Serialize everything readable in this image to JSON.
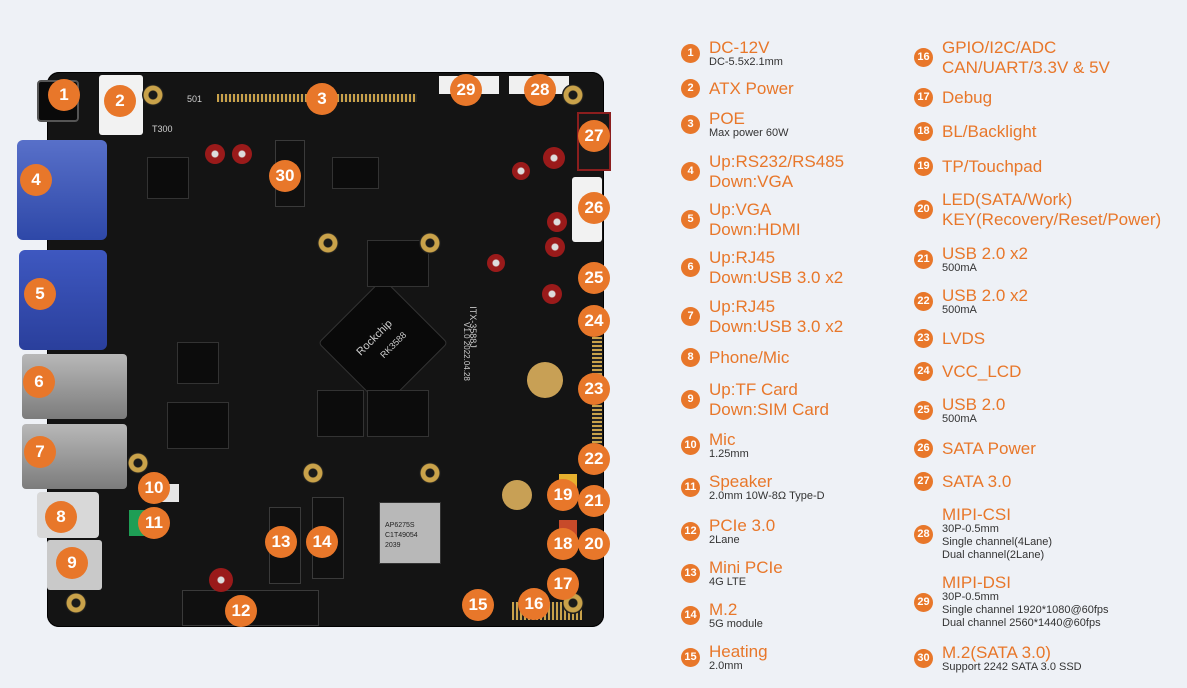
{
  "board": {
    "markers": [
      "1",
      "2",
      "3",
      "4",
      "5",
      "6",
      "7",
      "8",
      "9",
      "10",
      "11",
      "12",
      "13",
      "14",
      "15",
      "16",
      "17",
      "18",
      "19",
      "20",
      "21",
      "22",
      "23",
      "24",
      "25",
      "26",
      "27",
      "28",
      "29",
      "30"
    ],
    "chip_text": {
      "soc_brand": "Rockchip",
      "soc_model": "RK3588",
      "board_id": "ITX-3588J",
      "board_ver": "V1.0 2022.04.28",
      "module_a": "AP6275S",
      "module_b": "C1T49054",
      "module_c": "2039",
      "res_label": "501",
      "res_label2": "T300"
    }
  },
  "legend": {
    "left": [
      {
        "num": "1",
        "title": "DC-12V",
        "sub": "DC-5.5x2.1mm"
      },
      {
        "num": "2",
        "title": "ATX Power"
      },
      {
        "num": "3",
        "title": "POE",
        "sub": "Max power 60W"
      },
      {
        "num": "4",
        "title": "Up:RS232/RS485",
        "title2": "Down:VGA"
      },
      {
        "num": "5",
        "title": "Up:VGA",
        "title2": "Down:HDMI"
      },
      {
        "num": "6",
        "title": "Up:RJ45",
        "title2": "Down:USB 3.0 x2"
      },
      {
        "num": "7",
        "title": "Up:RJ45",
        "title2": "Down:USB 3.0 x2"
      },
      {
        "num": "8",
        "title": "Phone/Mic"
      },
      {
        "num": "9",
        "title": "Up:TF Card",
        "title2": "Down:SIM Card"
      },
      {
        "num": "10",
        "title": "Mic",
        "sub": "1.25mm"
      },
      {
        "num": "11",
        "title": "Speaker",
        "sub": "2.0mm 10W-8Ω Type-D"
      },
      {
        "num": "12",
        "title": "PCIe 3.0",
        "sub": "2Lane"
      },
      {
        "num": "13",
        "title": "Mini PCIe",
        "sub": "4G LTE"
      },
      {
        "num": "14",
        "title": "M.2",
        "sub": "5G module"
      },
      {
        "num": "15",
        "title": "Heating",
        "sub": "2.0mm"
      }
    ],
    "right": [
      {
        "num": "16",
        "title": "GPIO/I2C/ADC",
        "title2": "CAN/UART/3.3V & 5V"
      },
      {
        "num": "17",
        "title": "Debug"
      },
      {
        "num": "18",
        "title": "BL/Backlight"
      },
      {
        "num": "19",
        "title": "TP/Touchpad"
      },
      {
        "num": "20",
        "title": "LED(SATA/Work)",
        "title2": "KEY(Recovery/Reset/Power)"
      },
      {
        "num": "21",
        "title": "USB 2.0 x2",
        "sub": "500mA"
      },
      {
        "num": "22",
        "title": "USB 2.0 x2",
        "sub": "500mA"
      },
      {
        "num": "23",
        "title": "LVDS"
      },
      {
        "num": "24",
        "title": "VCC_LCD"
      },
      {
        "num": "25",
        "title": "USB 2.0",
        "sub": "500mA"
      },
      {
        "num": "26",
        "title": "SATA Power"
      },
      {
        "num": "27",
        "title": "SATA 3.0"
      },
      {
        "num": "28",
        "title": "MIPI-CSI",
        "sub": "30P-0.5mm",
        "sub2": "Single channel(4Lane)",
        "sub3": "Dual channel(2Lane)"
      },
      {
        "num": "29",
        "title": "MIPI-DSI",
        "sub": "30P-0.5mm",
        "sub2": "Single channel 1920*1080@60fps",
        "sub3": "Dual channel 2560*1440@60fps"
      },
      {
        "num": "30",
        "title": "M.2(SATA 3.0)",
        "sub": "Support 2242 SATA 3.0 SSD"
      }
    ]
  },
  "colors": {
    "accent": "#e8772a",
    "board": "#141414",
    "background": "#eef1f6"
  }
}
